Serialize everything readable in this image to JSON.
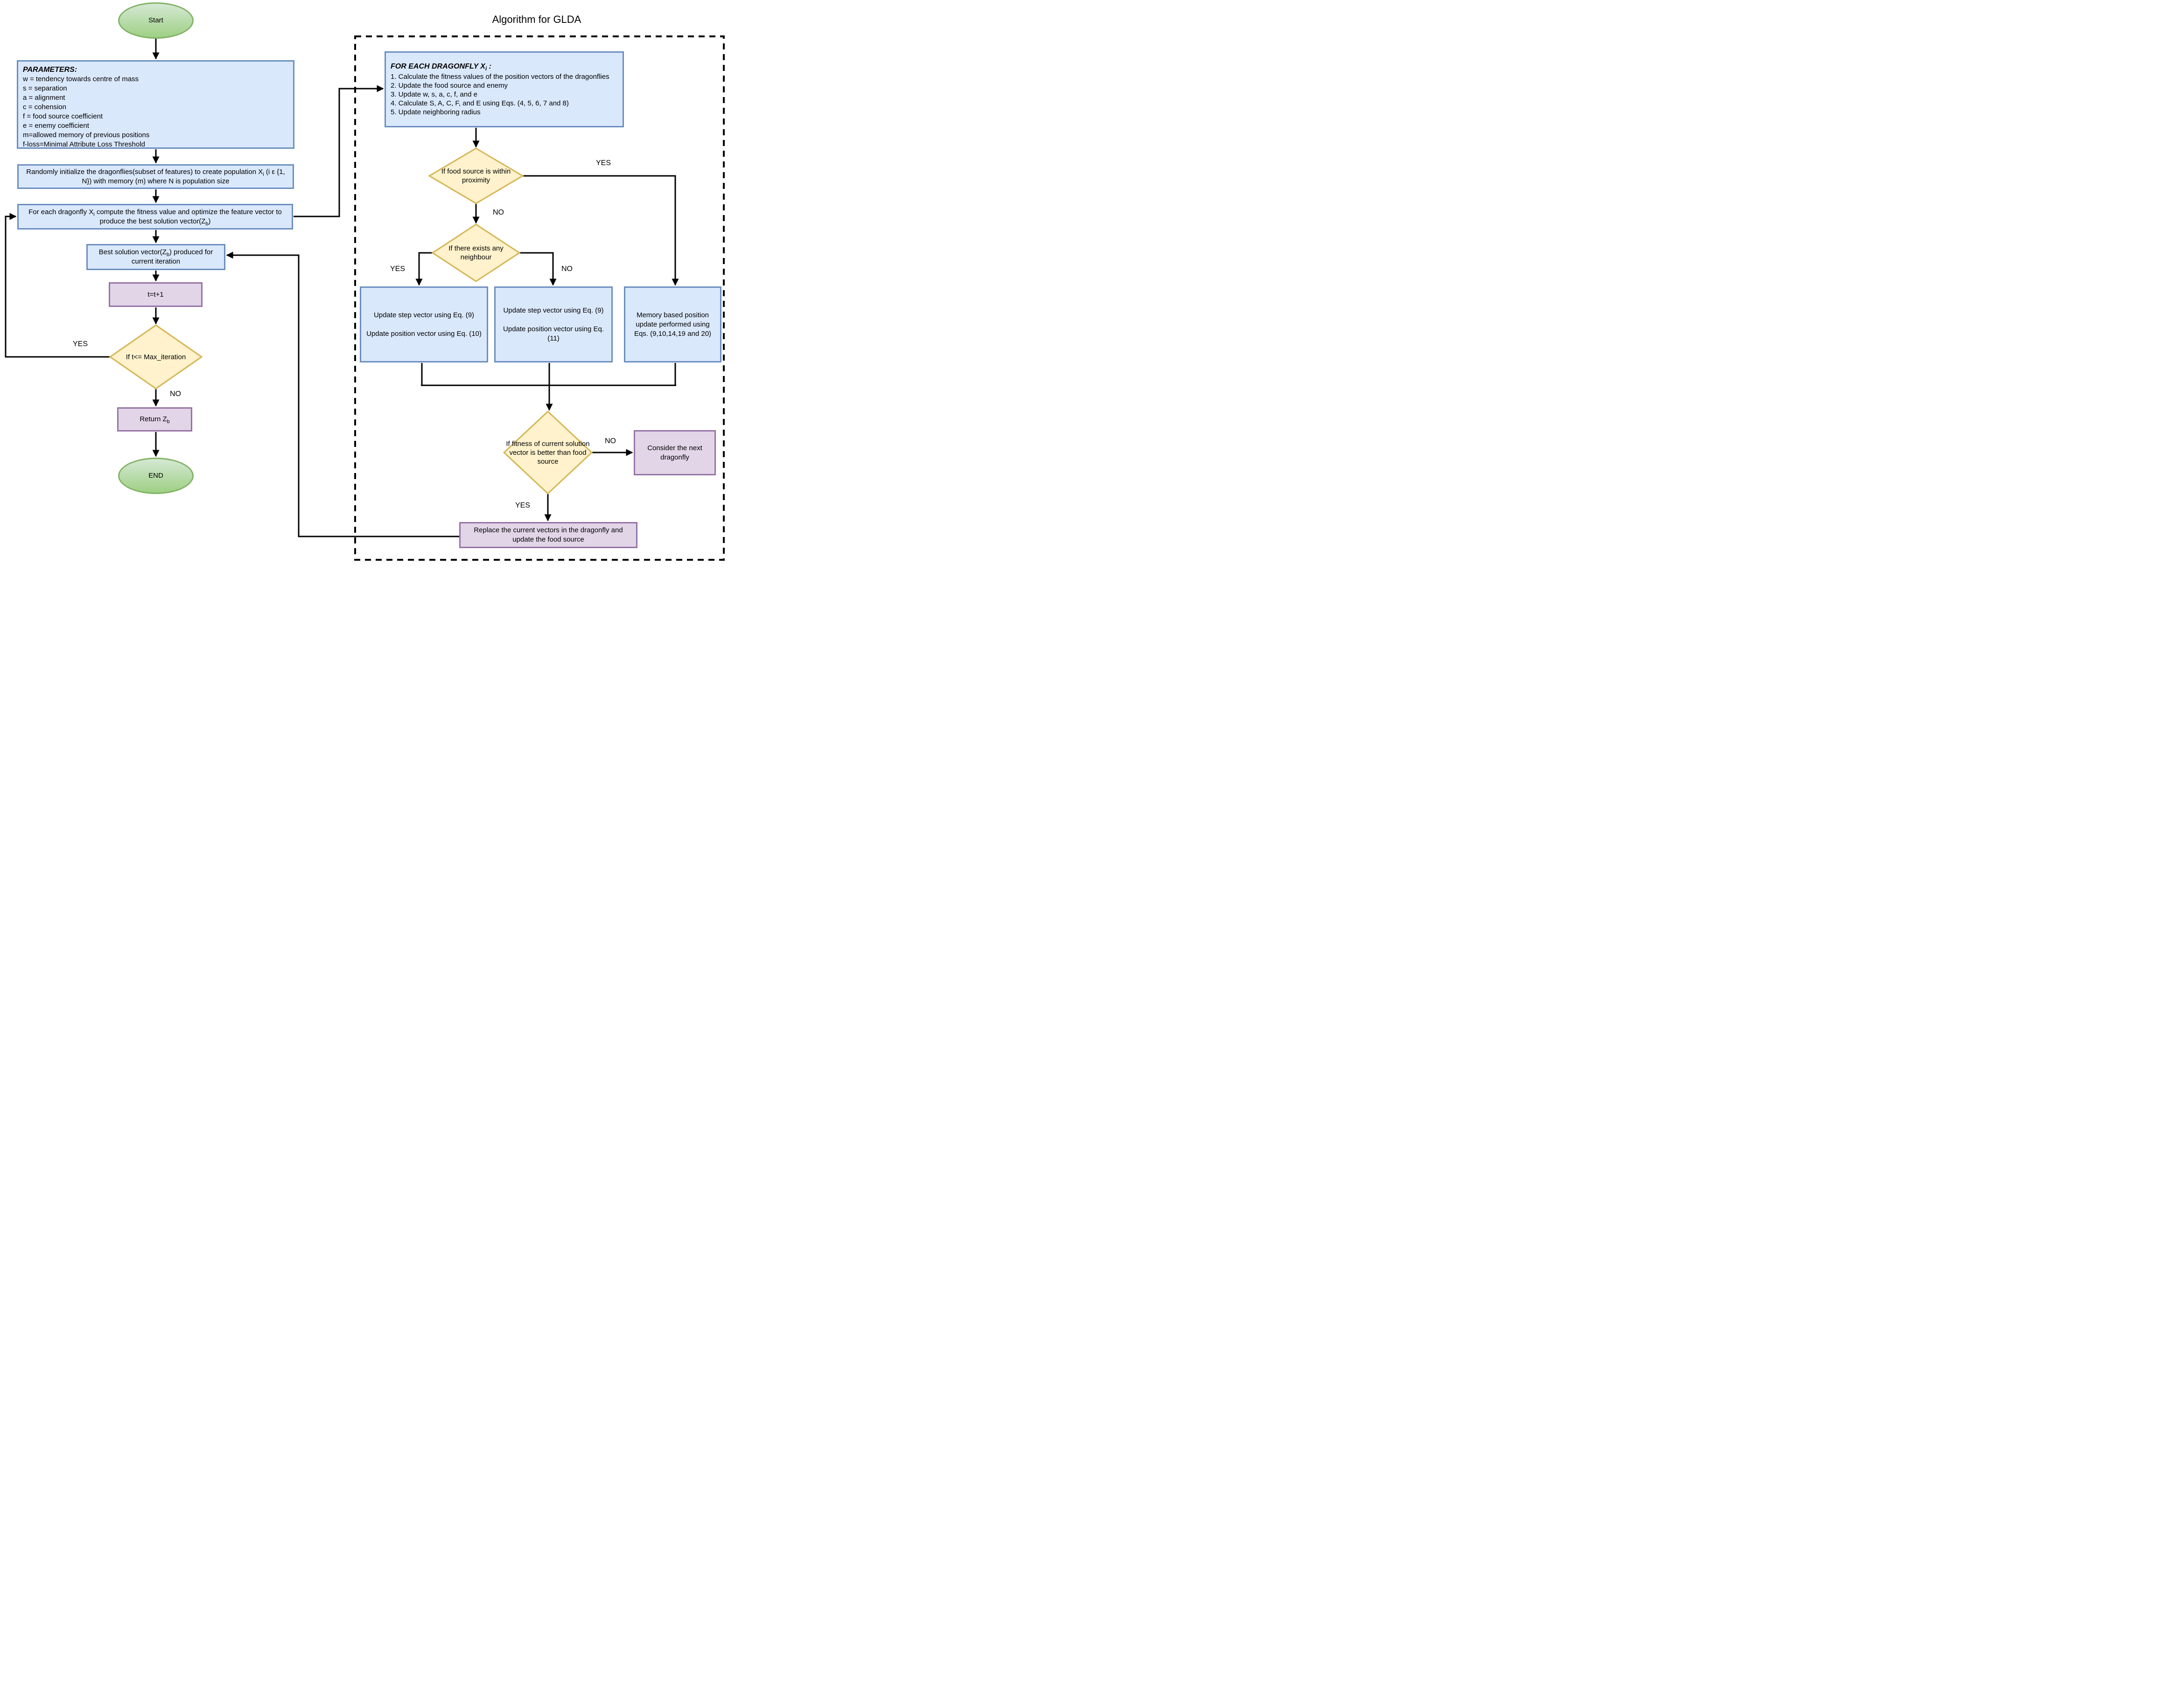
{
  "title": "Algorithm for GLDA",
  "colors": {
    "process_fill": "#dae8fc",
    "process_stroke": "#6c8ebf",
    "decision_fill": "#fff2cc",
    "decision_stroke": "#d6b656",
    "action_fill": "#e1d5e7",
    "action_stroke": "#9673a6",
    "terminal_fill_top": "#d5e8d4",
    "terminal_fill_bottom": "#9ed084",
    "terminal_stroke": "#82b366",
    "connector": "#000000"
  },
  "nodes": {
    "start": {
      "label": "Start"
    },
    "parameters": {
      "header": "PARAMETERS:",
      "lines": [
        "w = tendency towards centre of mass",
        "s = separation",
        "a = alignment",
        "c = cohension",
        "f = food source coefficient",
        "e = enemy coefficient",
        "m=allowed memory of previous positions",
        "f-loss=Minimal Attribute Loss Threshold"
      ]
    },
    "init": {
      "pre": "Randomly initialize the dragonflies(subset of features) to create population X",
      "sub": "i",
      "post": " (i ε {1, N}) with memory (m) where N is population size"
    },
    "compute_fitness": {
      "pre": "For each dragonfly X",
      "sub_i": "i",
      "mid": " compute the fitness value and optimize the feature vector to produce the best solution vector(Z",
      "sub_b": "b",
      "post": ")"
    },
    "best_solution": {
      "pre": "Best solution vector(Z",
      "sub": "b",
      "post": ") produced for current iteration"
    },
    "increment": {
      "label": "t=t+1"
    },
    "max_iteration": {
      "label": "If t<= Max_iteration"
    },
    "return": {
      "pre": "Return Z",
      "sub": "b"
    },
    "end": {
      "label": "END"
    },
    "foreach": {
      "header_pre": "FOR EACH DRAGONFLY X",
      "header_sub": "i",
      "header_post": " :",
      "items": [
        "1. Calculate the fitness values of the position vectors of the dragonflies",
        "2. Update the food source and enemy",
        "3. Update w, s, a, c, f, and e",
        "4. Calculate S, A, C, F, and E using Eqs. (4, 5, 6, 7 and 8)",
        "5. Update neighboring radius"
      ]
    },
    "food_proximity": {
      "label": "If food source is within proximity"
    },
    "neighbour": {
      "label": "If there exists any neighbour"
    },
    "update_eq10": {
      "line1": "Update step vector using Eq. (9)",
      "line2": "Update position vector using Eq. (10)"
    },
    "update_eq11": {
      "line1": "Update step vector using Eq. (9)",
      "line2": "Update position vector using Eq. (11)"
    },
    "memory_update": {
      "label": "Memory based position update performed using Eqs. (9,10,14,19 and 20)"
    },
    "fitness_check": {
      "label": "If fitness of current solution vector is better than food source"
    },
    "consider_next": {
      "label": "Consider the next dragonfly"
    },
    "replace": {
      "label": "Replace the current vectors in the dragonfly and update the food source"
    }
  },
  "edge_labels": {
    "max_iter_yes": "YES",
    "max_iter_no": "NO",
    "food_yes": "YES",
    "food_no": "NO",
    "neighbour_yes": "YES",
    "neighbour_no": "NO",
    "fitness_no": "NO",
    "fitness_yes": "YES"
  }
}
